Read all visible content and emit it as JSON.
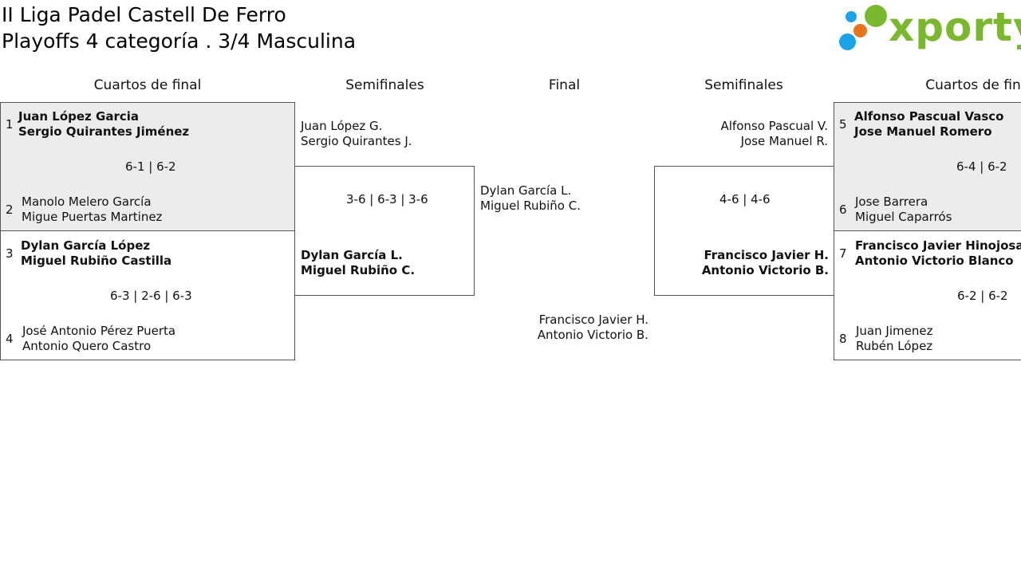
{
  "header": {
    "title_line1": "II Liga Padel Castell De Ferro",
    "title_line2": "Playoffs 4 categoría . 3/4 Masculina",
    "logo_text": "xporty"
  },
  "colors": {
    "brand_green": "#7ab82e",
    "dot_blue": "#1aa3e8",
    "dot_orange": "#e8731a",
    "shade": "#ececec"
  },
  "rounds": {
    "qf_left": "Cuartos de final",
    "sf_left": "Semifinales",
    "final": "Final",
    "sf_right": "Semifinales",
    "qf_right": "Cuartos de fin"
  },
  "qf": [
    {
      "top_seed": "1",
      "top_p1": "Juan López Garcia",
      "top_p2": "Sergio Quirantes Jiménez",
      "score": "6-1 | 6-2",
      "bot_seed": "2",
      "bot_p1": "Manolo Melero García",
      "bot_p2": "Migue Puertas Martinez"
    },
    {
      "top_seed": "3",
      "top_p1": "Dylan García López",
      "top_p2": "Miguel Rubiño Castilla",
      "score": "6-3 | 2-6 | 6-3",
      "bot_seed": "4",
      "bot_p1": "José Antonio Pérez Puerta",
      "bot_p2": "Antonio Quero Castro"
    },
    {
      "top_seed": "5",
      "top_p1": "Alfonso Pascual Vasco",
      "top_p2": "Jose Manuel Romero",
      "score": "6-4 | 6-2",
      "bot_seed": "6",
      "bot_p1": "Jose Barrera",
      "bot_p2": "Miguel Caparrós"
    },
    {
      "top_seed": "7",
      "top_p1": "Francisco Javier Hinojosas M",
      "top_p2": "Antonio Victorio Blanco",
      "score": "6-2 | 6-2",
      "bot_seed": "8",
      "bot_p1": "Juan Jimenez",
      "bot_p2": "Rubén López"
    }
  ],
  "sf": [
    {
      "top_p1": "Juan López G.",
      "top_p2": "Sergio Quirantes J.",
      "score": "3-6 | 6-3 | 3-6",
      "bot_p1": "Dylan García L.",
      "bot_p2": "Miguel Rubiño C."
    },
    {
      "top_p1": "Alfonso Pascual V.",
      "top_p2": "Jose Manuel R.",
      "score": "4-6 | 4-6",
      "bot_p1": "Francisco Javier H.",
      "bot_p2": "Antonio Victorio B."
    }
  ],
  "final": {
    "team1_p1": "Dylan García L.",
    "team1_p2": "Miguel Rubiño C.",
    "team2_p1": "Francisco Javier H.",
    "team2_p2": "Antonio Victorio B."
  }
}
